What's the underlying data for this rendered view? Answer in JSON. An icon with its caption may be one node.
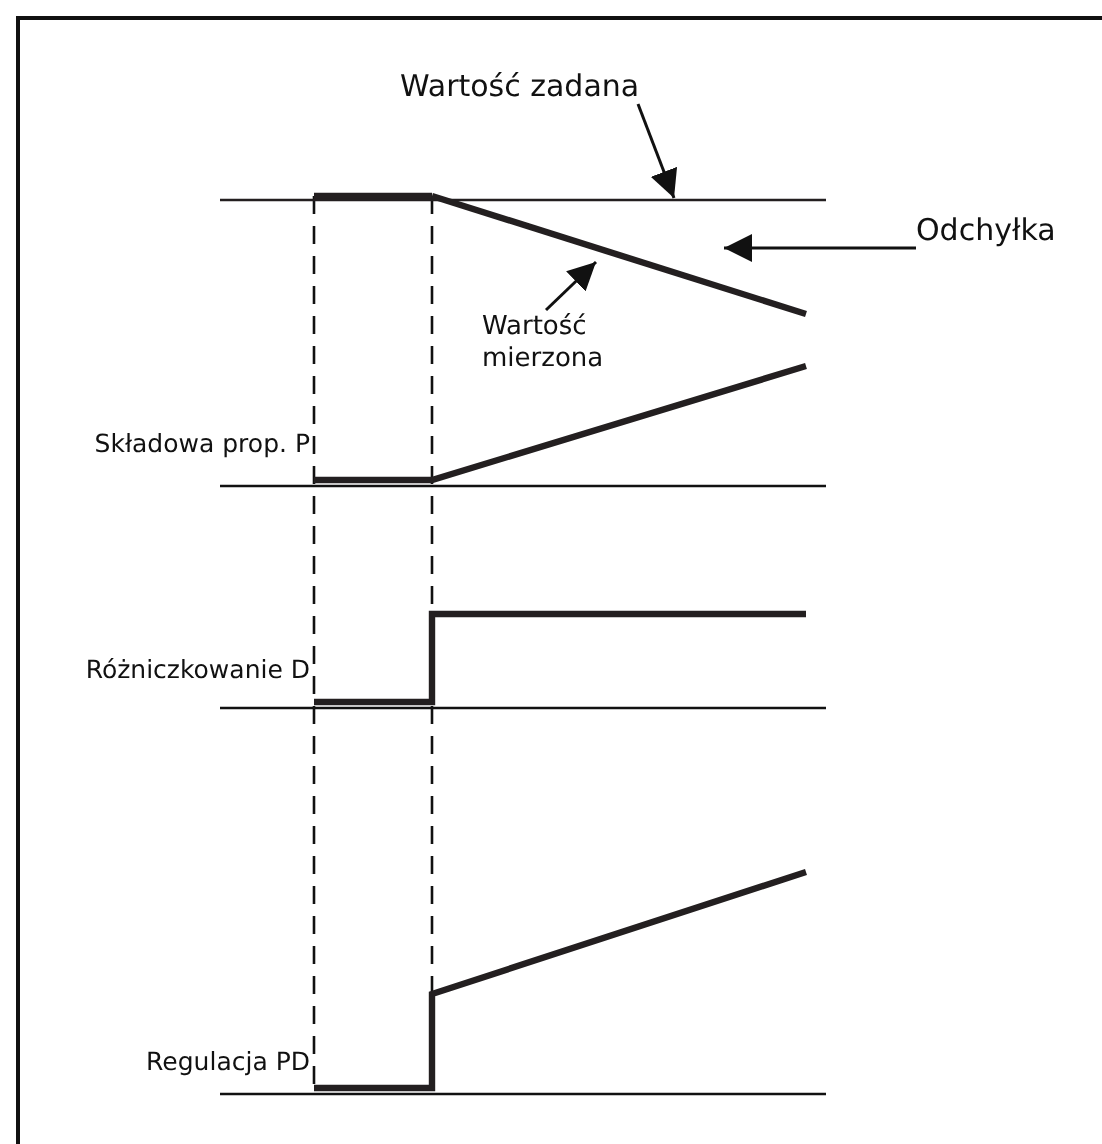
{
  "diagram": {
    "nodes": [
      {
        "text": [
          "Wartość zadana"
        ]
      },
      {
        "text": [
          "Odchyłka"
        ]
      },
      {
        "text": [
          "Wartość mierzona"
        ]
      },
      {
        "text": [],
        "shape": "line"
      },
      {
        "text": [],
        "shape": "line"
      }
    ],
    "edges": [
      {
        "from": 0,
        "to": 3,
        "arrow": "to"
      },
      {
        "from": 1,
        "to": 4,
        "arrow": "to"
      },
      {
        "from": 2,
        "to": 4,
        "arrow": "to"
      }
    ],
    "labels": [
      "Składowa prop. P",
      "Różniczkowanie D",
      "Regulacja PD"
    ]
  }
}
